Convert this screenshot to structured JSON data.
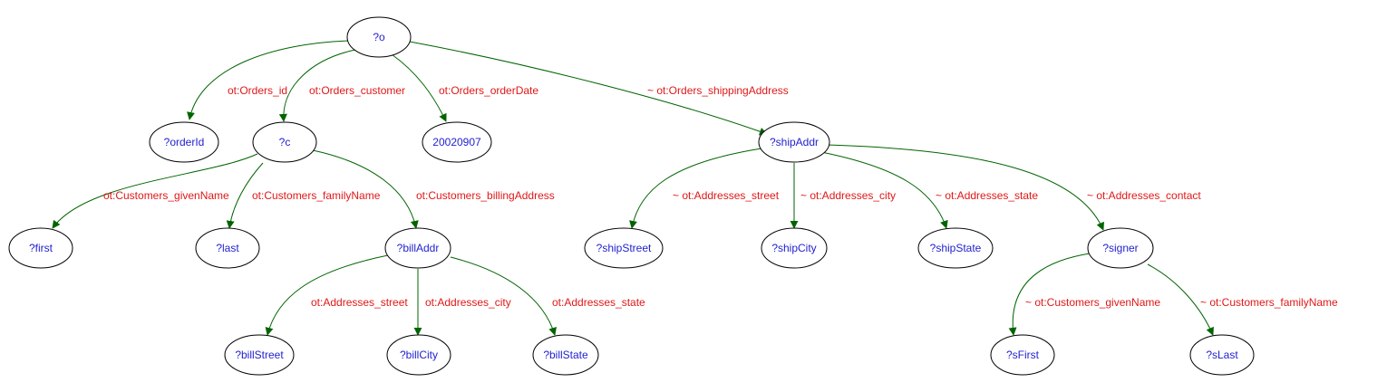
{
  "colors": {
    "node_text": "#1f1fcf",
    "edge_text": "#e01818",
    "edge_line": "#006400",
    "node_stroke": "#000000",
    "background": "#ffffff"
  },
  "nodes": {
    "o": "?o",
    "orderId": "?orderId",
    "c": "?c",
    "orderDate": "20020907",
    "shipAddr": "?shipAddr",
    "first": "?first",
    "last": "?last",
    "billAddr": "?billAddr",
    "shipStreet": "?shipStreet",
    "shipCity": "?shipCity",
    "shipState": "?shipState",
    "signer": "?signer",
    "billStreet": "?billStreet",
    "billCity": "?billCity",
    "billState": "?billState",
    "sFirst": "?sFirst",
    "sLast": "?sLast"
  },
  "edges": {
    "o_orderId": "ot:Orders_id",
    "o_c": "ot:Orders_customer",
    "o_orderDate": "ot:Orders_orderDate",
    "o_shipAddr": "~ ot:Orders_shippingAddress",
    "c_first": "ot:Customers_givenName",
    "c_last": "ot:Customers_familyName",
    "c_billAddr": "ot:Customers_billingAddress",
    "billAddr_billStreet": "ot:Addresses_street",
    "billAddr_billCity": "ot:Addresses_city",
    "billAddr_billState": "ot:Addresses_state",
    "shipAddr_shipStreet": "~ ot:Addresses_street",
    "shipAddr_shipCity": "~ ot:Addresses_city",
    "shipAddr_shipState": "~ ot:Addresses_state",
    "shipAddr_signer": "~ ot:Addresses_contact",
    "signer_sFirst": "~ ot:Customers_givenName",
    "signer_sLast": "~ ot:Customers_familyName"
  }
}
